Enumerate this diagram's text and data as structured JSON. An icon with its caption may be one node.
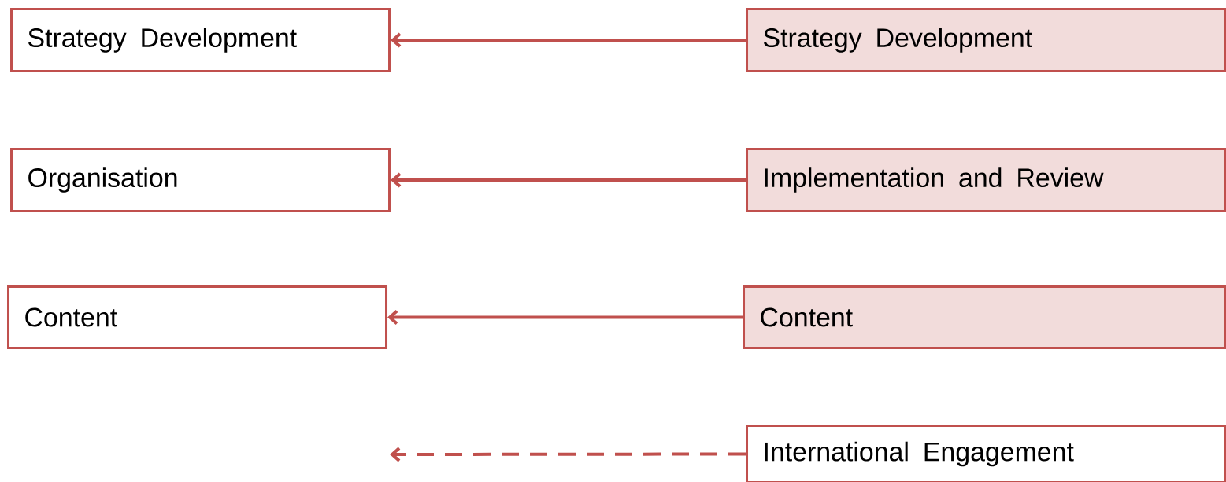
{
  "diagram": {
    "nodes": [
      {
        "text": [
          "Strategy Development"
        ]
      },
      {
        "text": [
          "Strategy Development"
        ]
      },
      {
        "text": [
          "Organisation"
        ]
      },
      {
        "text": [
          "Implementation and Review"
        ]
      },
      {
        "text": [
          "Content"
        ]
      },
      {
        "text": [
          "Content"
        ]
      },
      {
        "text": [
          "International Engagement"
        ]
      }
    ],
    "edges": [
      {
        "from": 1,
        "to": 0,
        "arrow": "to"
      },
      {
        "from": 3,
        "to": 2,
        "arrow": "to"
      },
      {
        "from": 5,
        "to": 4,
        "arrow": "to"
      },
      {
        "from": 6,
        "to": null,
        "arrow": "to",
        "style": "dashed"
      }
    ]
  }
}
